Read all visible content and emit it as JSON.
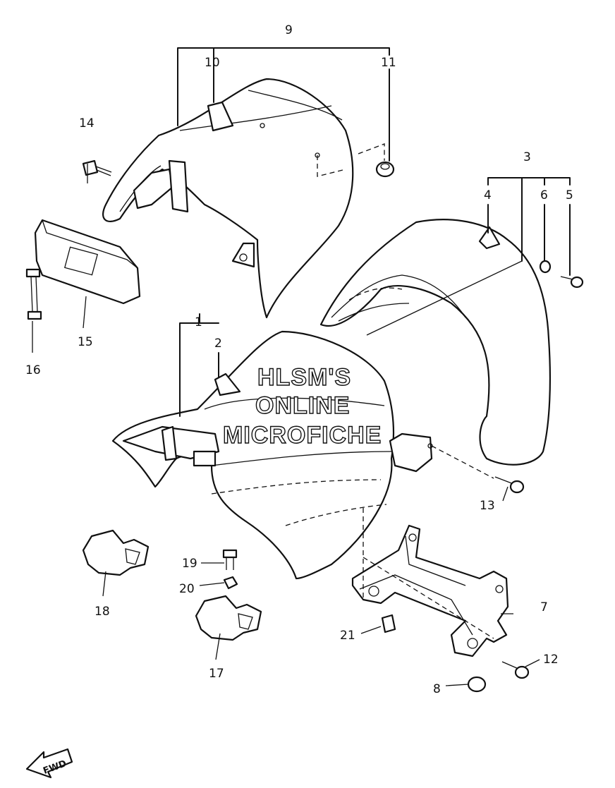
{
  "callouts": [
    "1",
    "2",
    "3",
    "4",
    "5",
    "6",
    "7",
    "8",
    "9",
    "10",
    "11",
    "12",
    "13",
    "14",
    "15",
    "16",
    "17",
    "18",
    "19",
    "20",
    "21"
  ],
  "watermark": [
    "HLSM'S",
    "ONLINE",
    "MICROFICHE"
  ],
  "fwd_label": "FWD"
}
